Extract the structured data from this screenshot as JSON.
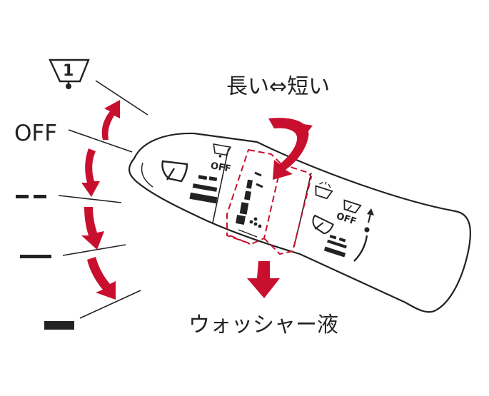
{
  "labels": {
    "top_label": "長い⇔短い",
    "off_label": "OFF",
    "bottom_label": "ウォッシャー液",
    "mist_digit": "1"
  },
  "lever": {
    "ring_off_label": "OFF",
    "knob_off_label": "OFF"
  },
  "icons": {
    "mist": "wiper-mist-icon",
    "wiper": "wiper-icon",
    "washer": "washer-icon"
  },
  "colors": {
    "arrow": "#c8102e",
    "line": "#222222",
    "dash": "#c8102e"
  }
}
